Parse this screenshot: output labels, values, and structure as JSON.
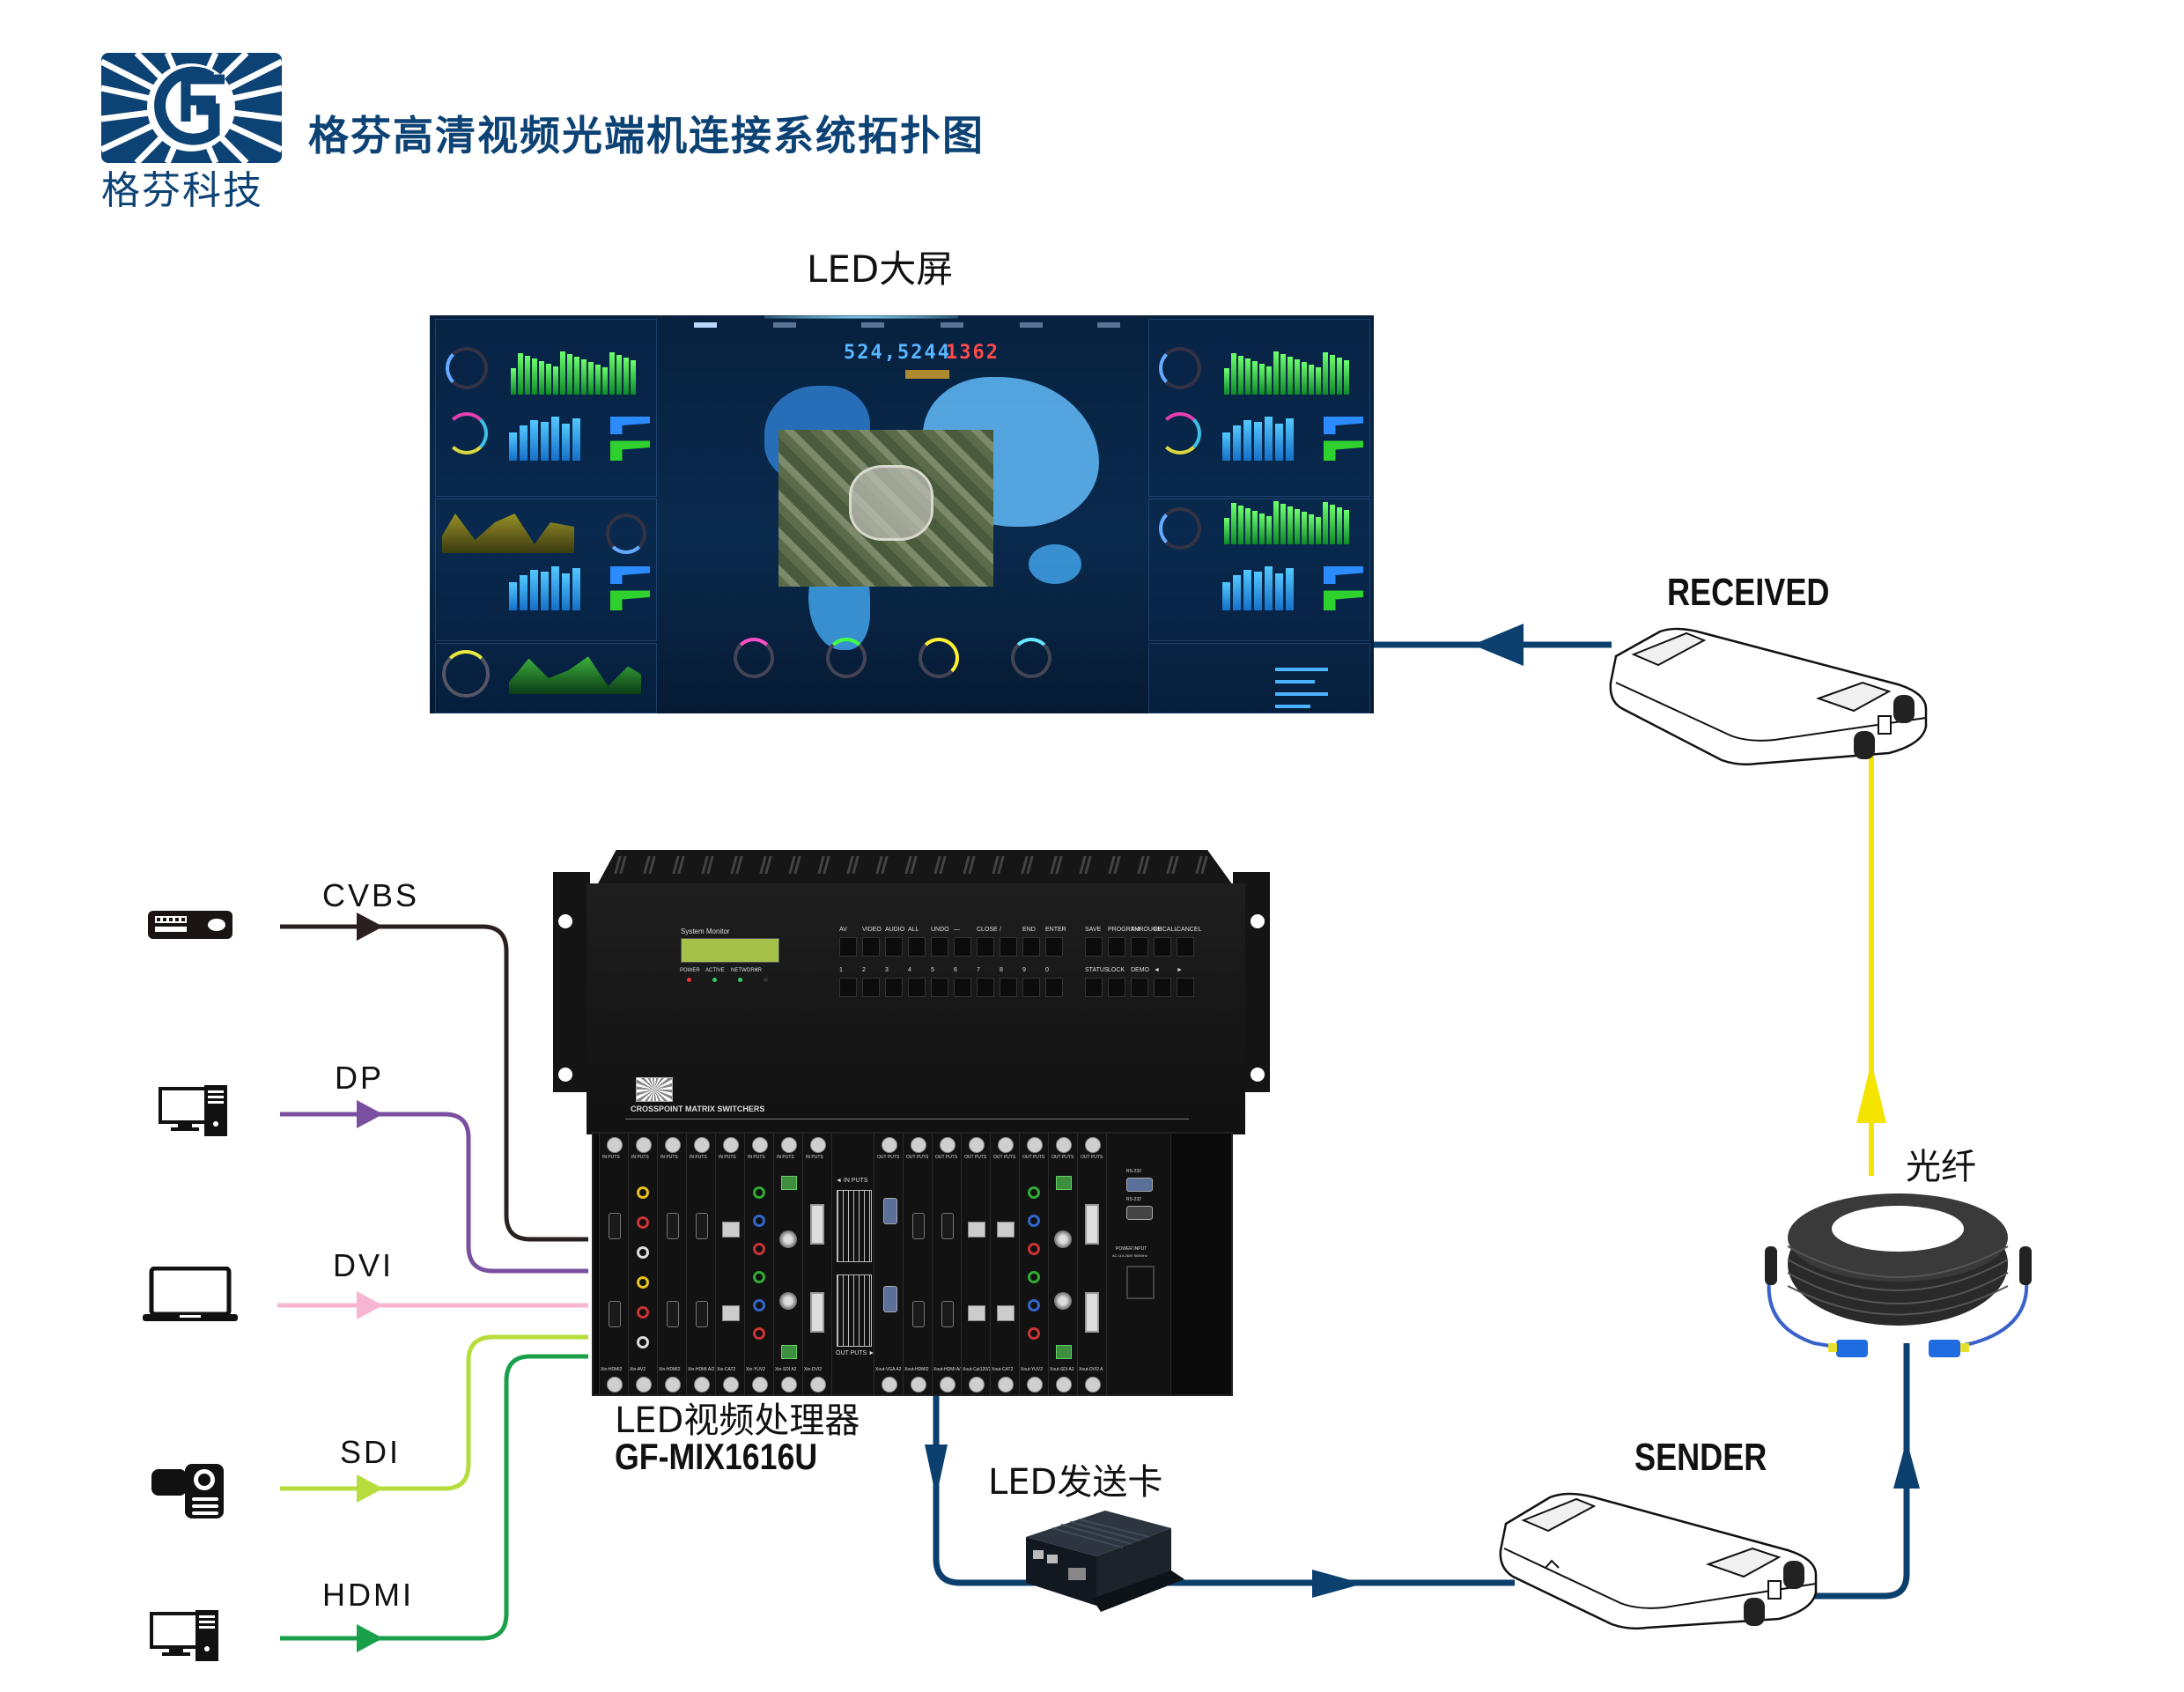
{
  "header": {
    "logo_brand": "格芬科技",
    "logo_mark": "GF",
    "title": "格芬高清视频光端机连接系统拓扑图"
  },
  "colors": {
    "brand_blue": "#0d4275",
    "link_blue": "#0b3f6e",
    "fiber_yellow": "#f5e400",
    "cvbs": "#2b2020",
    "dp": "#7b4fa0",
    "dvi": "#f6b6d2",
    "sdi": "#b6dd3b",
    "hdmi": "#1aa04a"
  },
  "display": {
    "label": "LED大屏",
    "readout_main": "524,5244",
    "readout_alert": "1362"
  },
  "sources": [
    {
      "label": "CVBS",
      "icon": "dvd-player-icon"
    },
    {
      "label": "DP",
      "icon": "desktop-computer-icon"
    },
    {
      "label": "DVI",
      "icon": "laptop-icon"
    },
    {
      "label": "SDI",
      "icon": "video-camera-icon"
    },
    {
      "label": "HDMI",
      "icon": "desktop-computer-icon"
    }
  ],
  "processor": {
    "label": "LED视频处理器",
    "model": "GF-MIX1616U",
    "panel": {
      "monitor_label": "System Monitor",
      "indicators": [
        "POWER",
        "ACTIVE",
        "NETWORK",
        "IR"
      ],
      "top_keys": [
        "AV",
        "VIDEO",
        "AUDIO",
        "ALL",
        "UNDO",
        "—",
        "CLOSE",
        "/",
        "END",
        "ENTER"
      ],
      "function_keys": [
        "SAVE",
        "PROGRAM",
        "THROUGH",
        "RECALL",
        "CANCEL"
      ],
      "number_keys": [
        "1",
        "2",
        "3",
        "4",
        "5",
        "6",
        "7",
        "8",
        "9",
        "0"
      ],
      "aux_keys": [
        "STATUS",
        "LOCK",
        "DEMO",
        "◄",
        "►"
      ],
      "brand_text": "CROSSPOINT MATRIX SWITCHERS"
    },
    "rear": {
      "input_header": "IN PUTS",
      "output_header": "OUT PUTS",
      "inputs_arrow": "◄ IN PUTS",
      "outputs_arrow": "OUT PUTS ►",
      "input_cards": [
        "Xin-HDMI2",
        "Xin-AV2",
        "Xin-HDMI2",
        "Xin-HDMI A/2",
        "Xin-CAT2",
        "Xin-YUV2",
        "Xin-SDI A2",
        "Xin-DVI2"
      ],
      "output_cards": [
        "Xout-VGA A2",
        "Xout-HDMI2",
        "Xout-HDMI A/2",
        "Xout-Cat120/2",
        "Xout-CAT2",
        "Xout-YUV2",
        "Xout-SDI A2",
        "Xout-DVI2 A"
      ],
      "rs232_label": "RS-232",
      "power_label": "POWER INPUT",
      "power_spec": "AC 110-260V 50/60Hz"
    }
  },
  "sender_card": {
    "label": "LED发送卡"
  },
  "fiber": {
    "label": "光纤"
  },
  "transmitter": {
    "label": "SENDER"
  },
  "receiver": {
    "label": "RECEIVED"
  }
}
